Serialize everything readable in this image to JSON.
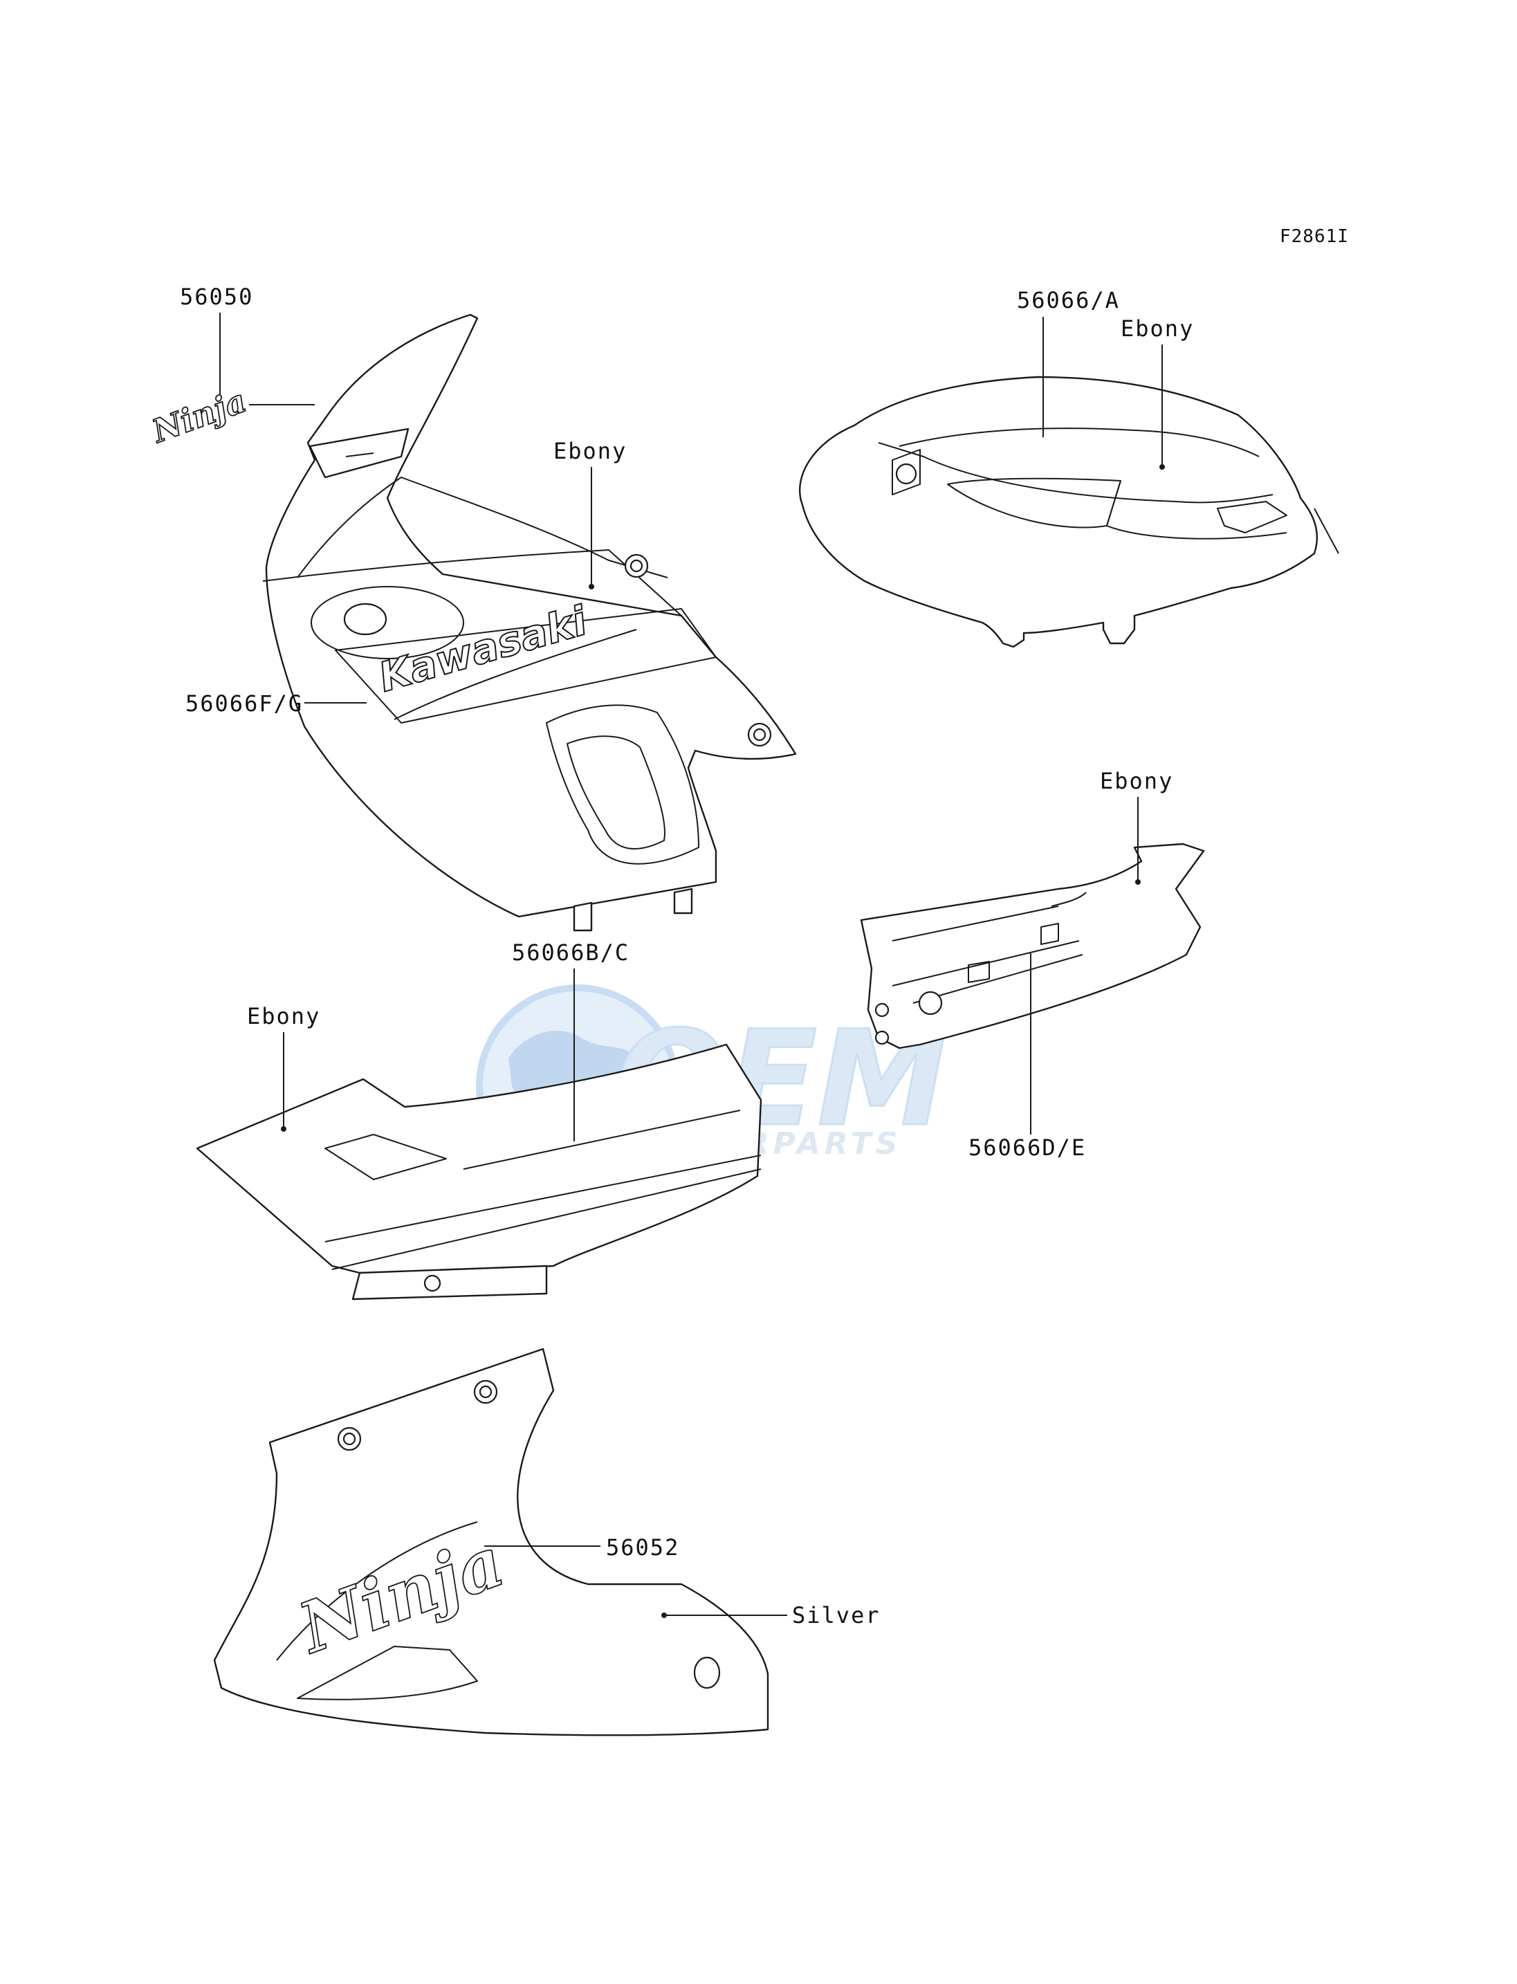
{
  "figure_ref": "F2861I",
  "watermark": {
    "brand": "OEM",
    "tagline": "MOTORPARTS"
  },
  "parts": {
    "upper_fairing_emblem": "56050",
    "upper_fairing_decal": "56066F/G",
    "upper_fairing_color": "Ebony",
    "upper_fairing_logo": "Kawasaki",
    "fuel_tank_decal": "56066/A",
    "fuel_tank_color": "Ebony",
    "side_cover_color": "Ebony",
    "side_cover_decal": "56066D/E",
    "lower_fairing_color": "Ebony",
    "lower_fairing_decal": "56066B/C",
    "under_cowl_emblem": "56052",
    "under_cowl_color": "Silver"
  }
}
